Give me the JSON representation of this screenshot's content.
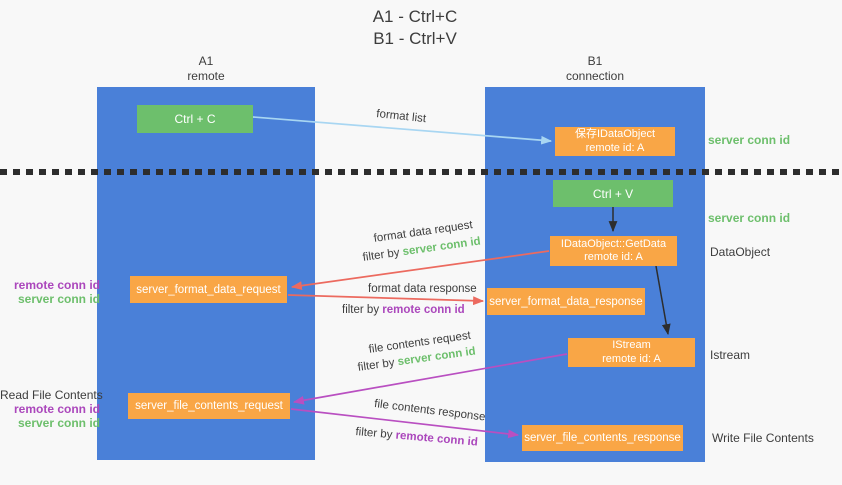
{
  "title": {
    "line1": "A1 - Ctrl+C",
    "line2": "B1 - Ctrl+V"
  },
  "columns": {
    "a1": {
      "name": "A1",
      "role": "remote"
    },
    "b1": {
      "name": "B1",
      "role": "connection"
    }
  },
  "nodes": {
    "ctrl_c": {
      "label": "Ctrl + C"
    },
    "save_idataobject": {
      "line1": "保存IDataObject",
      "line2": "remote id: A"
    },
    "ctrl_v": {
      "label": "Ctrl + V"
    },
    "getdata": {
      "line1": "IDataObject::GetData",
      "line2": "remote id: A"
    },
    "format_request": {
      "label": "server_format_data_request"
    },
    "format_response": {
      "label": "server_format_data_response"
    },
    "istream": {
      "line1": "IStream",
      "line2": "remote id: A"
    },
    "file_request": {
      "label": "server_file_contents_request"
    },
    "file_response": {
      "label": "server_file_contents_response"
    }
  },
  "side_labels": {
    "server_conn_id": "server conn id",
    "remote_conn_id": "remote conn id",
    "dataobject": "DataObject",
    "istream": "Istream",
    "read_file_contents": "Read File Contents",
    "write_file_contents": "Write File Contents"
  },
  "arrow_labels": {
    "format_list": "format list",
    "format_data_request": "format data request",
    "format_data_response": "format data response",
    "file_contents_request": "file contents request",
    "file_contents_response": "file contents response",
    "filter_by": "filter by"
  },
  "colors": {
    "column_blue": "#4a80d8",
    "node_green": "#6dbf6c",
    "node_orange": "#f9a646",
    "arrow_lightblue": "#a8d6f2",
    "arrow_red": "#ec6a5f",
    "arrow_magenta": "#b94fc1",
    "label_green": "#6dbf6c",
    "label_purple": "#ab47bc",
    "text_dark": "#3d3d3d",
    "ink": "#2d2d2d",
    "bg": "#f8f8f8"
  }
}
